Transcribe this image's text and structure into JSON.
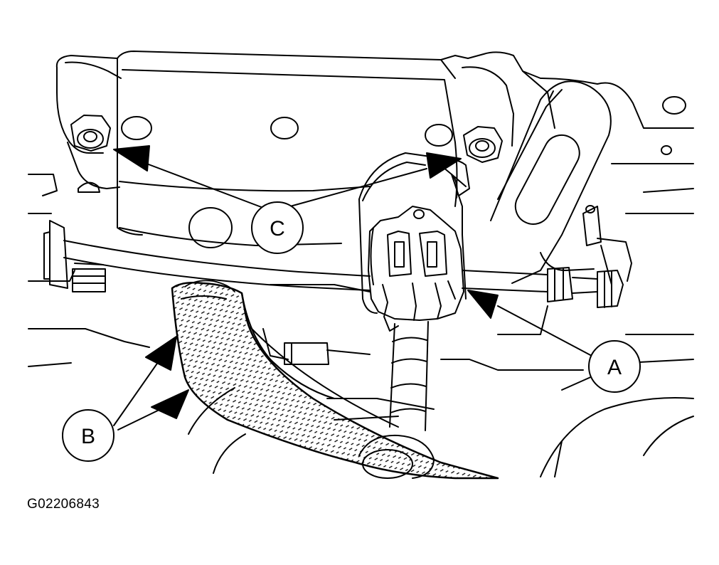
{
  "callouts": {
    "a": "A",
    "b": "B",
    "c": "C"
  },
  "figure_id": "G02206843"
}
